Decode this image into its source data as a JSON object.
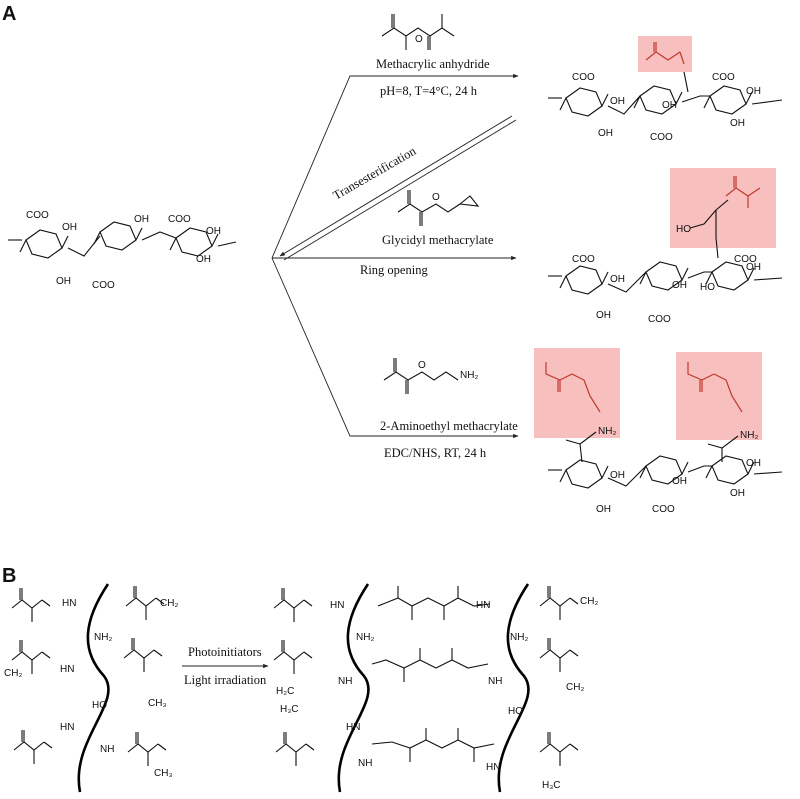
{
  "panels": {
    "a": "A",
    "b": "B"
  },
  "reactions": {
    "r1_reagent": "Methacrylic anhydride",
    "r1_conditions": "pH=8, T=4°C, 24 h",
    "reverse": "Transesterification",
    "r2_reagent": "Glycidyl methacrylate",
    "r2_conditions": "Ring opening",
    "r3_reagent": "2-Aminoethyl methacrylate",
    "r3_conditions": "EDC/NHS, RT, 24 h"
  },
  "crosslink": {
    "line1": "Photoinitiators",
    "line2": "Light irradiation"
  },
  "atoms": {
    "coo": "COO",
    "oh": "OH",
    "ho": "HO",
    "nh2": "NH₂",
    "hn": "HN",
    "nh": "NH",
    "ch2": "CH₂",
    "h2c": "H₂C",
    "ch3": "CH₃",
    "h3c": "H₃C",
    "o": "O"
  },
  "colors": {
    "highlight": "#f6a9a9",
    "red_bond": "#c0392b"
  }
}
